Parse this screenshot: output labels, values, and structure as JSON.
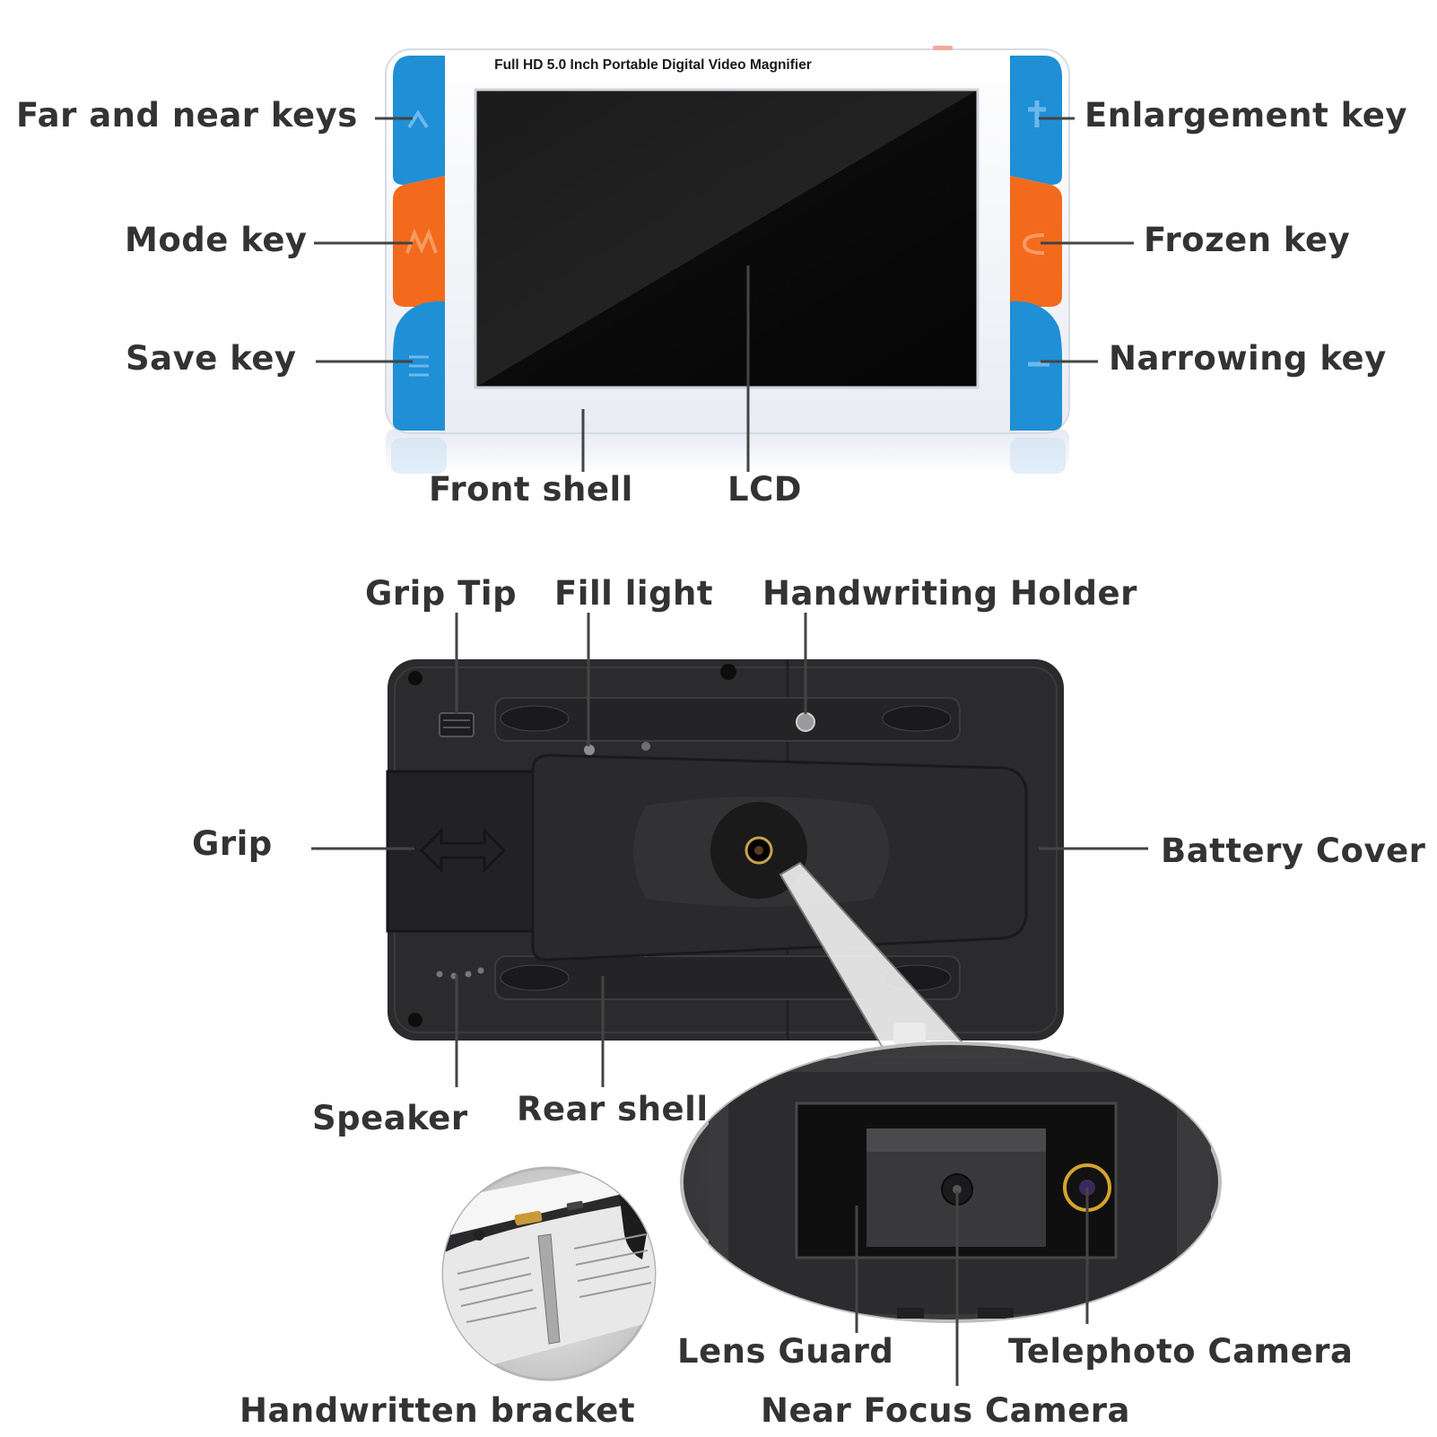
{
  "device": {
    "title_print": "Full HD 5.0 Inch Portable Digital Video Magnifier"
  },
  "labels": {
    "far_near_keys": "Far and near keys",
    "mode_key": "Mode key",
    "save_key": "Save key",
    "enlargement_key": "Enlargement key",
    "frozen_key": "Frozen key",
    "narrowing_key": "Narrowing key",
    "front_shell": "Front shell",
    "lcd": "LCD",
    "grip_tip": "Grip Tip",
    "fill_light": "Fill light",
    "handwriting_holder": "Handwriting Holder",
    "grip": "Grip",
    "battery_cover": "Battery Cover",
    "speaker": "Speaker",
    "rear_shell": "Rear shell",
    "lens_guard": "Lens Guard",
    "telephoto_camera": "Telephoto Camera",
    "handwritten_bracket": "Handwritten bracket",
    "near_focus_camera": "Near Focus Camera"
  },
  "colors": {
    "key_blue": "#1f8fd6",
    "key_orange": "#f36a1d",
    "shell_white": "#f7f8fb",
    "lcd_black": "#111111",
    "rear_black": "#2b2b2d",
    "label_text": "#333333",
    "leader_line": "#444444"
  }
}
